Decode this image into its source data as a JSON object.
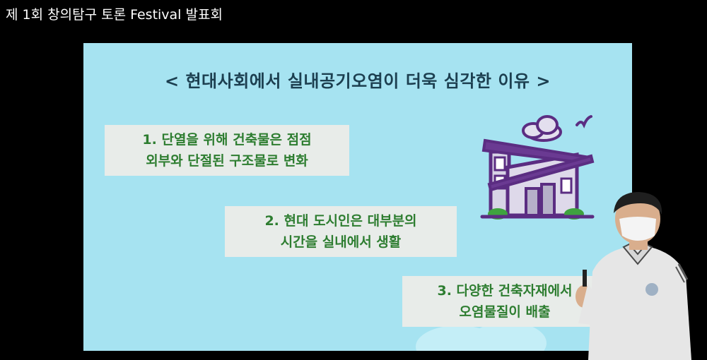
{
  "video": {
    "title": "제 1회 창의탐구 토론 Festival 발표회"
  },
  "slide": {
    "title": "< 현대사회에서 실내공기오염이 더욱 심각한 이유 >",
    "points": [
      {
        "line1": "1. 단열을 위해 건축물은 점점",
        "line2": "외부와 단절된 구조물로 변화"
      },
      {
        "line1": "2. 현대 도시인은 대부분의",
        "line2": "시간을 실내에서 생활"
      },
      {
        "line1": "3. 다양한 건축자재에서",
        "line2": "오염물질이 배출"
      }
    ],
    "illustration": "building-icon"
  },
  "colors": {
    "slide_bg": "#a6e3f1",
    "title_text": "#1c3f50",
    "point_text": "#2d7d30",
    "point_bg": "#e8ece9",
    "building_outline": "#5b2d82"
  }
}
